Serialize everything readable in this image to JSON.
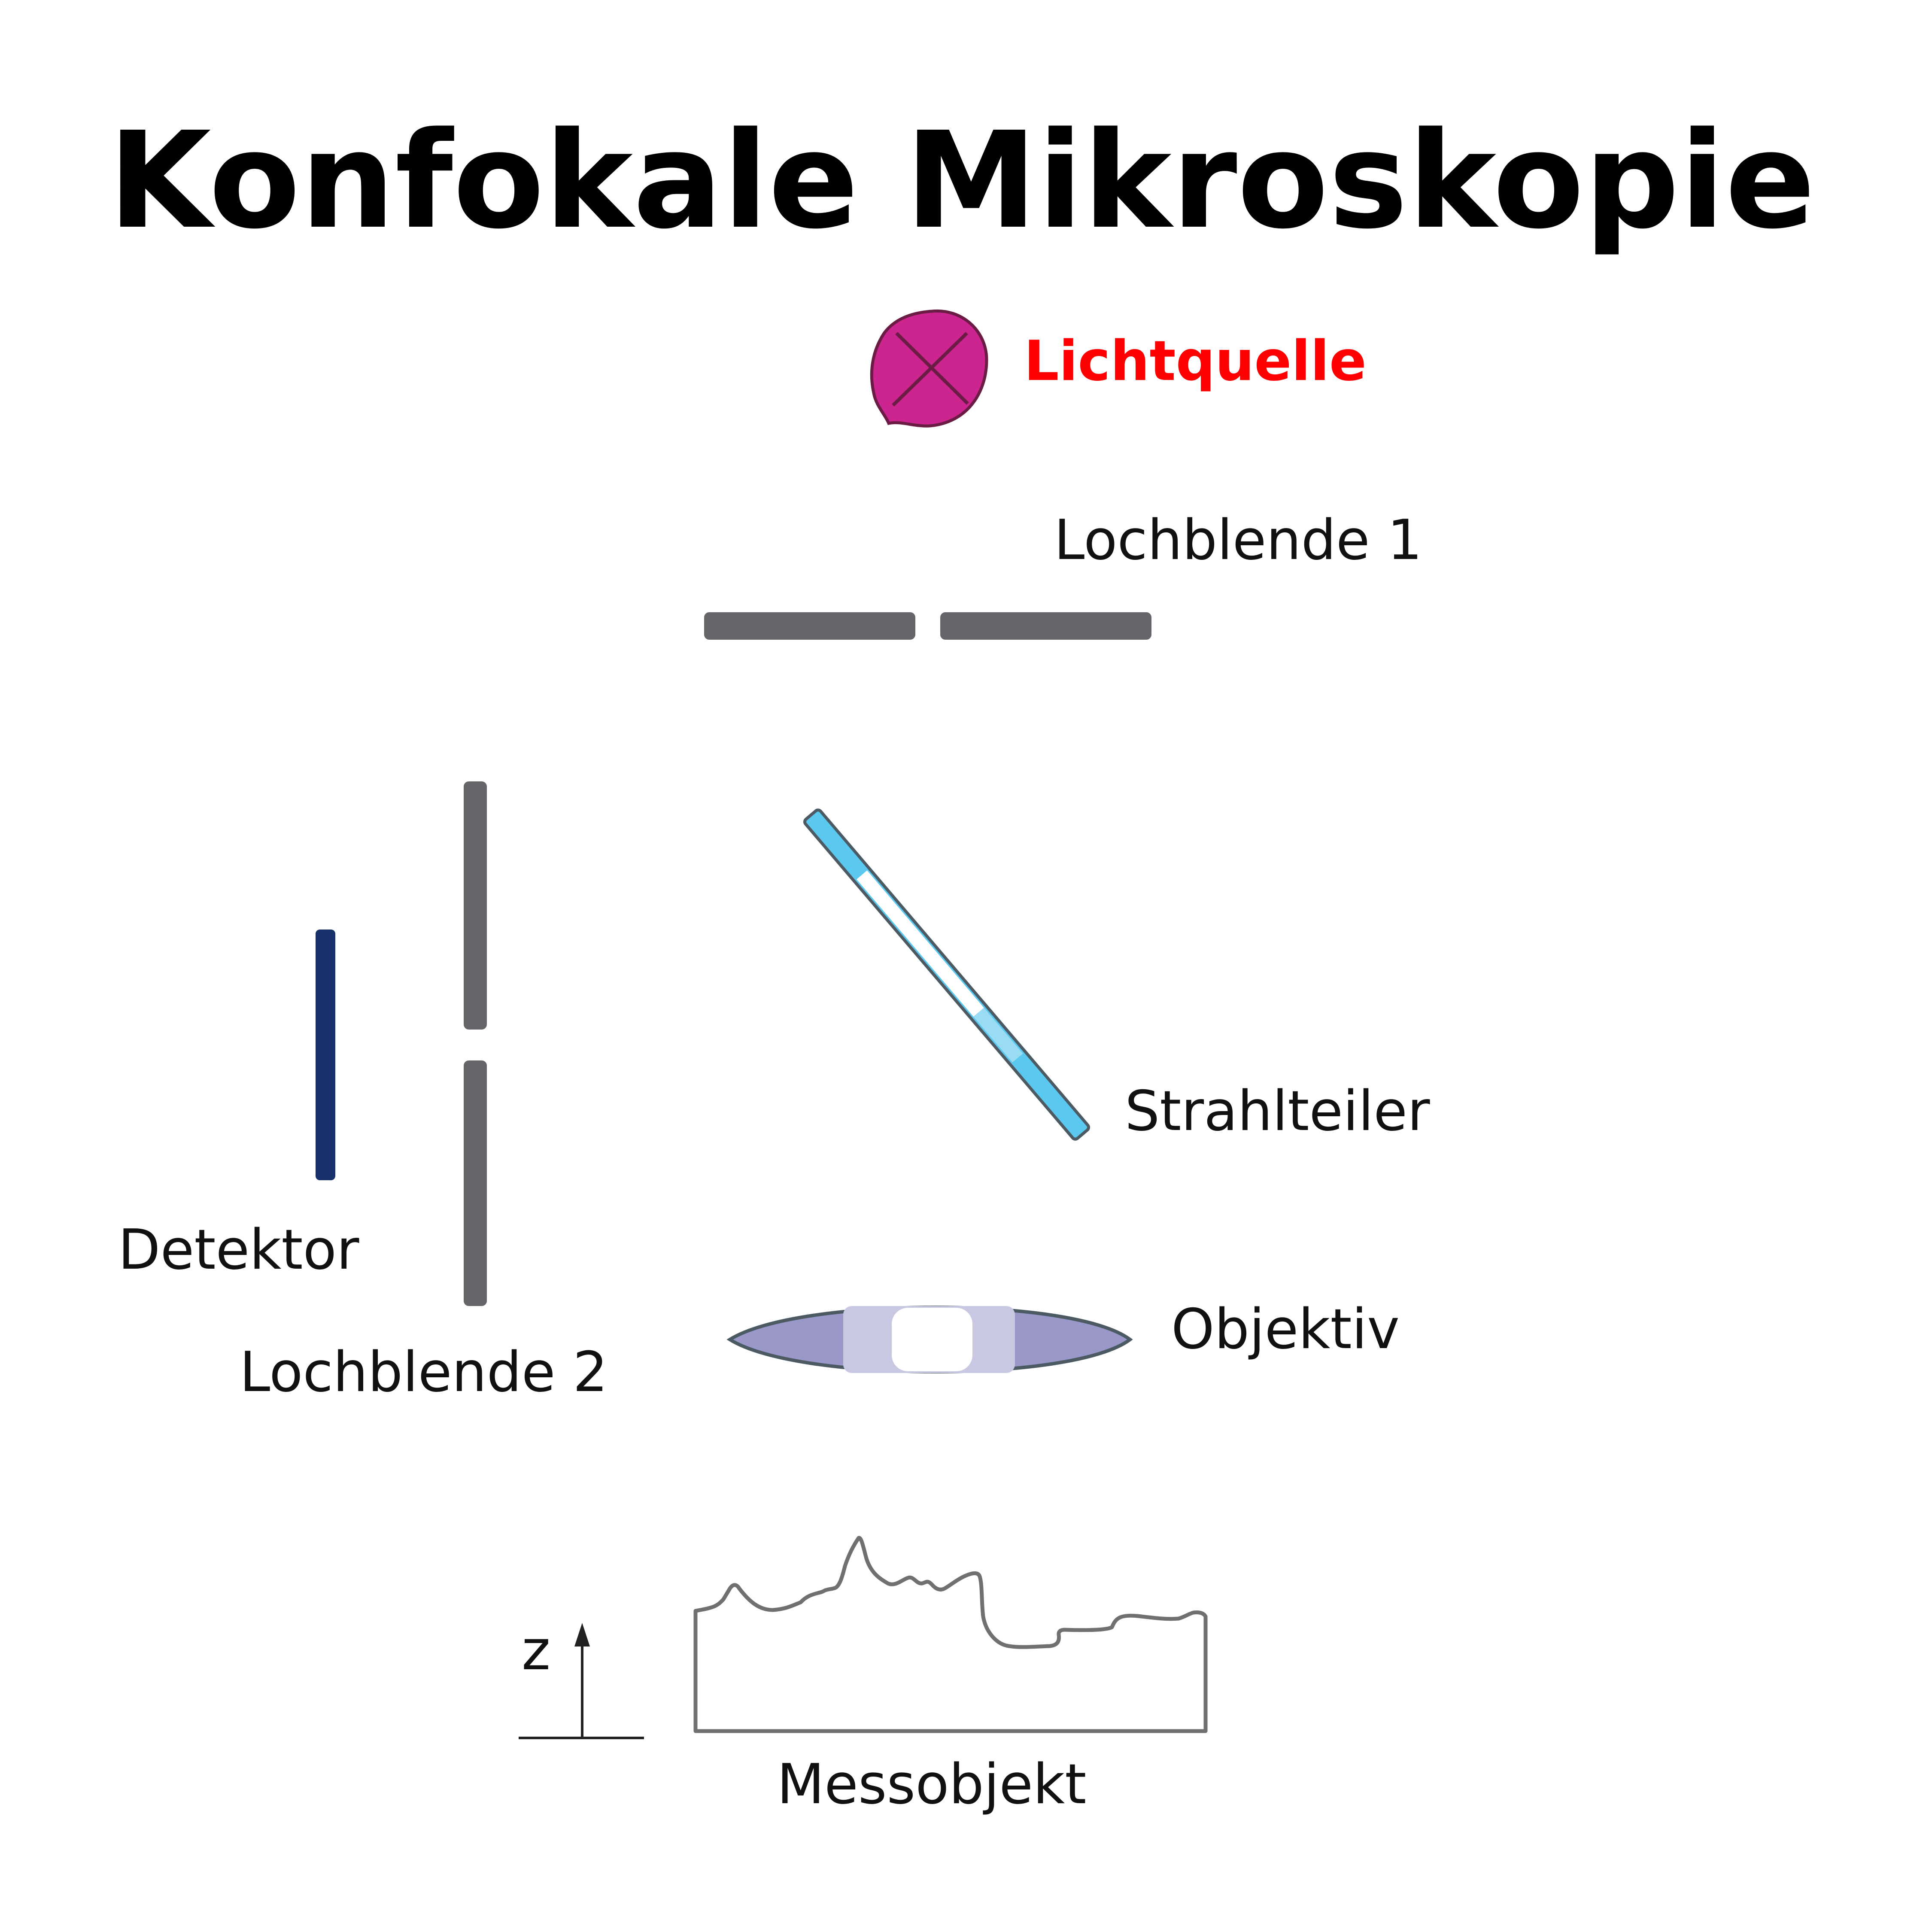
{
  "title": "Konfokale Mikroskopie",
  "labels": {
    "light_source": "Lichtquelle",
    "pinhole_1": "Lochblende 1",
    "beam_splitter": "Strahlteiler",
    "detector": "Detektor",
    "pinhole_2": "Lochblende 2",
    "objective": "Objektiv",
    "axis_z": "z",
    "specimen": "Messobjekt"
  },
  "colors": {
    "title": "#000000",
    "text": "#111111",
    "light_source_label": "#ff0000",
    "light_source_fill": "#cc2590",
    "light_source_stroke": "#6b1c45",
    "aperture": "#646669",
    "detector": "#17316b",
    "splitter_fill": "#5bc8ef",
    "splitter_stroke": "#4c5a64",
    "objective_outer": "#9a98c8",
    "objective_mid": "#c9c8e3",
    "objective_stroke": "#4c5a64",
    "specimen_stroke": "#707070",
    "axis": "#222222"
  }
}
